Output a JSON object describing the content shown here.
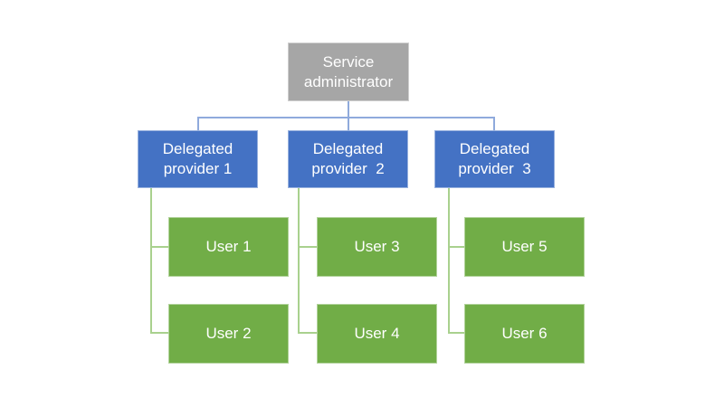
{
  "diagram": {
    "type": "org-chart",
    "nodes": {
      "service_admin": {
        "label": "Service\nadministrator"
      },
      "providers": [
        {
          "label": "Delegated\nprovider 1"
        },
        {
          "label": "Delegated\nprovider  2"
        },
        {
          "label": "Delegated\nprovider  3"
        }
      ],
      "users": [
        {
          "label": "User 1"
        },
        {
          "label": "User 2"
        },
        {
          "label": "User 3"
        },
        {
          "label": "User 4"
        },
        {
          "label": "User 5"
        },
        {
          "label": "User 6"
        }
      ]
    },
    "edges": [
      {
        "from": "Service administrator",
        "to": "Delegated provider 1"
      },
      {
        "from": "Service administrator",
        "to": "Delegated provider 2"
      },
      {
        "from": "Service administrator",
        "to": "Delegated provider 3"
      },
      {
        "from": "Delegated provider 1",
        "to": "User 1"
      },
      {
        "from": "Delegated provider 1",
        "to": "User 2"
      },
      {
        "from": "Delegated provider 2",
        "to": "User 3"
      },
      {
        "from": "Delegated provider 2",
        "to": "User 4"
      },
      {
        "from": "Delegated provider 3",
        "to": "User 5"
      },
      {
        "from": "Delegated provider 3",
        "to": "User 6"
      }
    ],
    "colors": {
      "service_fill": "#a6a6a6",
      "provider_fill": "#4472c4",
      "user_fill": "#71ad47",
      "connector_blue": "#8faadc",
      "connector_green": "#a9d18e",
      "text": "#ffffff",
      "background": "#ffffff"
    }
  }
}
